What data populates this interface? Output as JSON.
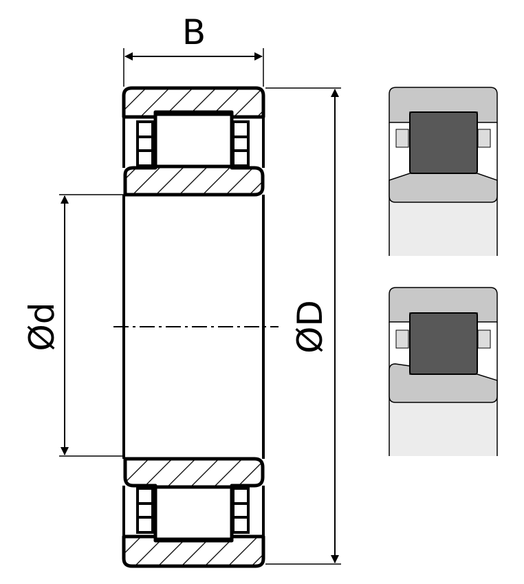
{
  "diagram": {
    "dimension_labels": {
      "width": "B",
      "bore": "Ød",
      "outer": "ØD"
    },
    "colors": {
      "line": "#000000",
      "ring_fill": "#c8c8c8",
      "roller_fill": "#585858",
      "cage_fill": "#dcdcdc",
      "bore_fill": "#ececec"
    }
  }
}
